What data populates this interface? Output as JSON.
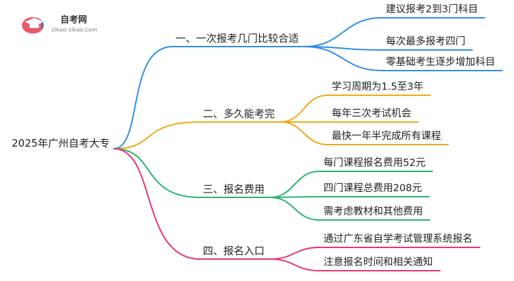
{
  "logo": {
    "name": "自考网",
    "url": "zikao-zikao.com",
    "accent": "#e85a6a",
    "secondary": "#2a7fc1"
  },
  "root": {
    "label": "2025年广州自考大专"
  },
  "branches": [
    {
      "label": "一、一次报考几门比较合适",
      "color": "#2f8de4",
      "children": [
        "建议报考2到3门科目",
        "每次最多报考四门",
        "零基础考生逐步增加科目"
      ]
    },
    {
      "label": "二、多久能考完",
      "color": "#f0a818",
      "children": [
        "学习周期为1.5至3年",
        "每年三次考试机会",
        "最快一年半完成所有课程"
      ]
    },
    {
      "label": "三、报名费用",
      "color": "#27b56d",
      "children": [
        "每门课程报名费用52元",
        "四门课程总费用208元",
        "需考虑教材和其他费用"
      ]
    },
    {
      "label": "四、报名入口",
      "color": "#e8346f",
      "children": [
        "通过广东省自学考试管理系统报名",
        "注意报名时间和相关通知"
      ]
    }
  ]
}
